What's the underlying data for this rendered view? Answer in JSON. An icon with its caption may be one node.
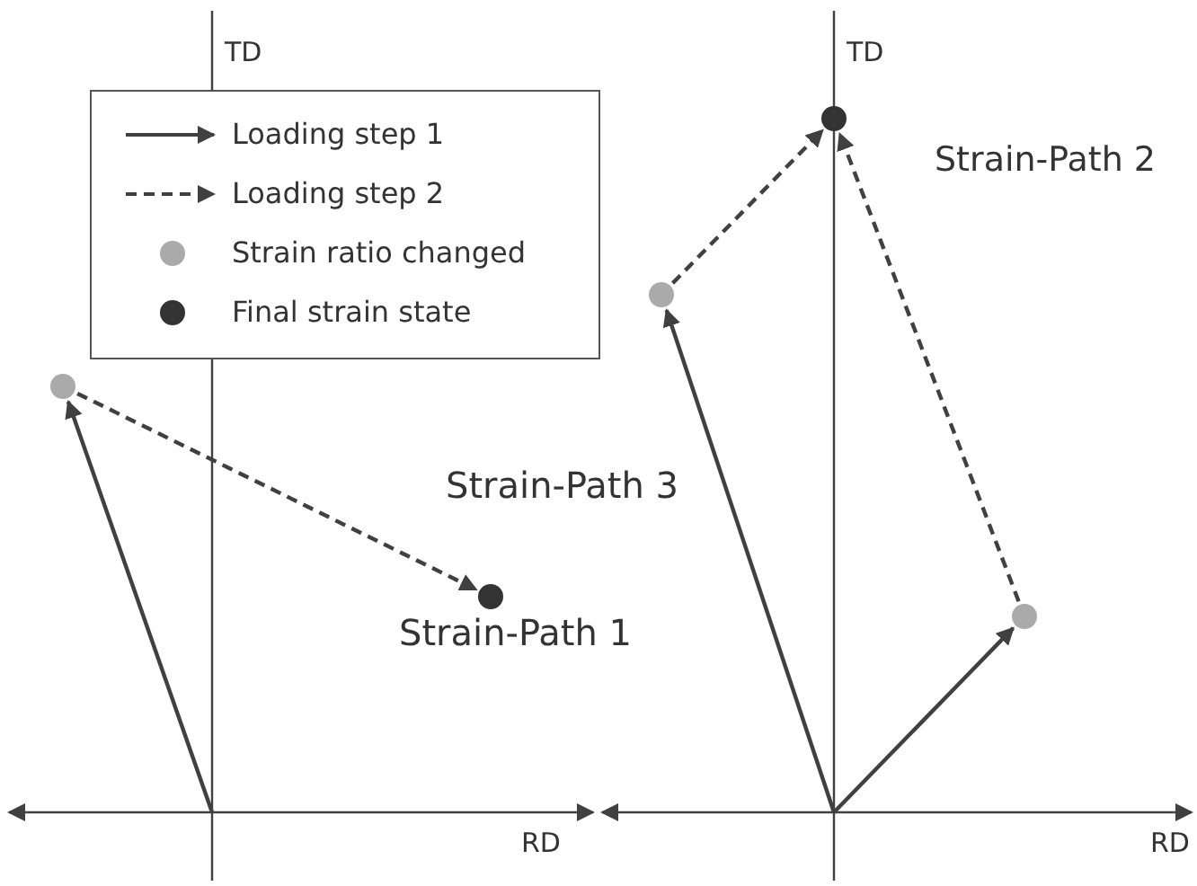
{
  "diagram": {
    "nodes": [
      {
        "text": [],
        "shape": "circle"
      },
      {
        "text": [],
        "shape": "circle"
      },
      {
        "text": [],
        "shape": "circle"
      },
      {
        "text": [],
        "shape": "circle"
      },
      {
        "text": [],
        "shape": "circle"
      }
    ],
    "edges": [
      {
        "from": null,
        "to": 0,
        "arrow": "to"
      },
      {
        "from": 0,
        "to": 1,
        "arrow": "to",
        "style": "dashed"
      },
      {
        "from": null,
        "to": 2,
        "arrow": "to"
      },
      {
        "from": null,
        "to": 4,
        "arrow": "to"
      },
      {
        "from": 2,
        "to": 3,
        "arrow": "to",
        "style": "dashed"
      },
      {
        "from": 4,
        "to": 3,
        "arrow": "to",
        "style": "dashed"
      }
    ],
    "labels": [
      "TD",
      "RD",
      "Strain-Path 1",
      "Strain-Path 3",
      "TD",
      "RD",
      "Strain-Path 2"
    ],
    "legend": [
      {
        "text": "Loading step 1"
      },
      {
        "text": "Loading step 2"
      },
      {
        "text": "Strain ratio changed",
        "color": "#aaaaaa"
      },
      {
        "text": "Final strain state",
        "color": "#333333"
      }
    ]
  }
}
